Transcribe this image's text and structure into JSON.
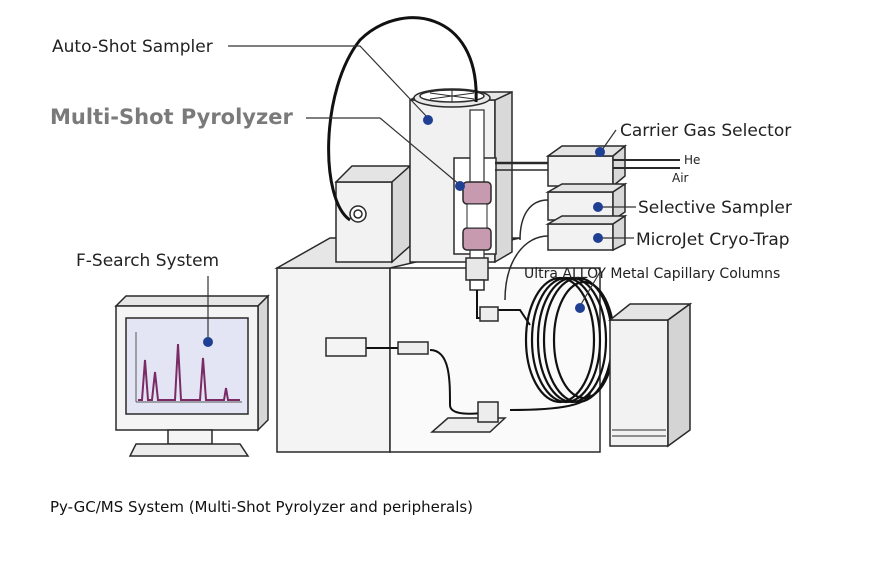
{
  "labels": {
    "auto_shot_sampler": "Auto-Shot Sampler",
    "multi_shot_pyrolyzer": "Multi-Shot Pyrolyzer",
    "f_search_system": "F-Search System",
    "carrier_gas_selector": "Carrier Gas Selector",
    "gas_he": "He",
    "gas_air": "Air",
    "selective_sampler": "Selective Sampler",
    "microjet_cryo_trap": "MicroJet Cryo-Trap",
    "ultra_alloy_columns": "Ultra ALLOY Metal Capillary Columns"
  },
  "caption": "Py-GC/MS System (Multi-Shot Pyrolyzer and peripherals)",
  "colors": {
    "accent": "#1f3f93",
    "outline": "#2a2a2a",
    "box_fill": "#f1f1f1",
    "box_shade": "#d9d9d9",
    "screen": "#e3e5f5",
    "peaks": "#7a2a64",
    "pyro_core": "#c79ab0"
  }
}
